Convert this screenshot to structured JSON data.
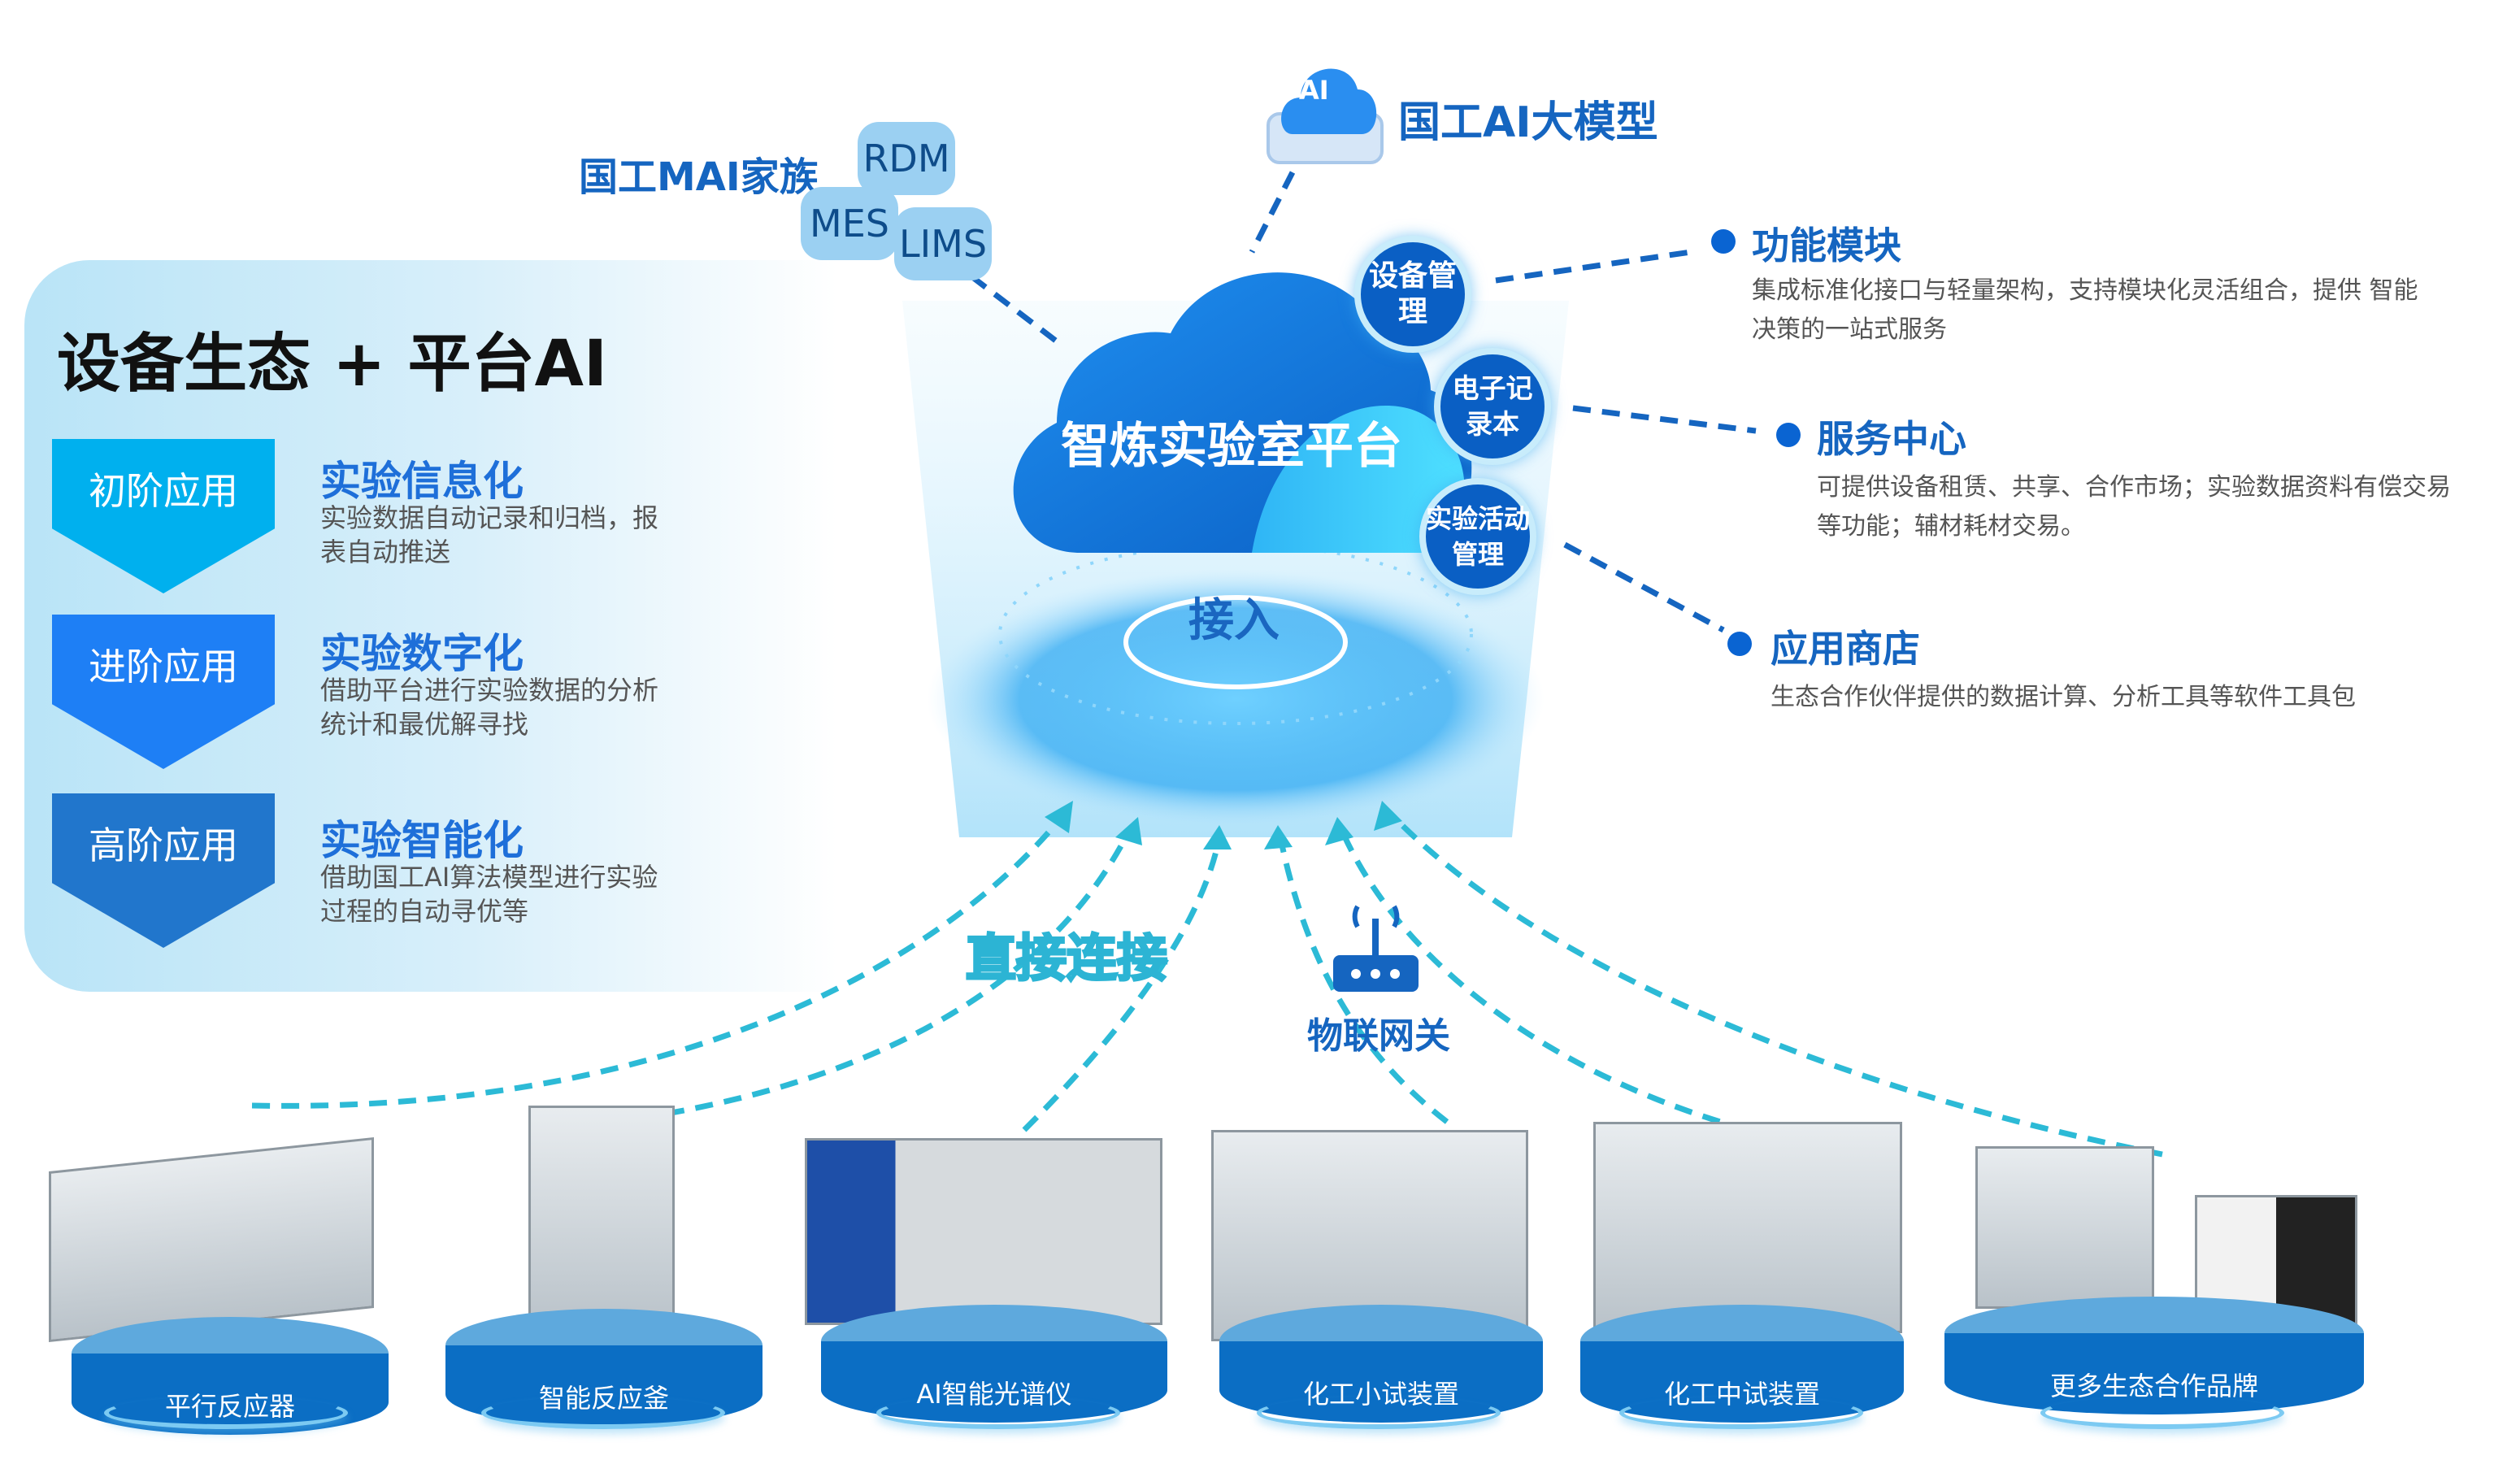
{
  "panel": {
    "title": "设备生态 + 平台AI",
    "levels": [
      {
        "badge": "初阶应用",
        "heading": "实验信息化",
        "desc": "实验数据自动记录和归档，报表自动推送",
        "color": "#00b0ee"
      },
      {
        "badge": "进阶应用",
        "heading": "实验数字化",
        "desc": "借助平台进行实验数据的分析统计和最优解寻找",
        "color": "#1e7ff5"
      },
      {
        "badge": "高阶应用",
        "heading": "实验智能化",
        "desc": "借助国工AI算法模型进行实验过程的自动寻优等",
        "color": "#2176cc"
      }
    ]
  },
  "top": {
    "family_label": "国工MAI家族",
    "gears": [
      "RDM",
      "MES",
      "LIMS"
    ],
    "ai_model": "国工AI大模型",
    "ai_icon": "AI"
  },
  "center": {
    "platform": "智炼实验室平台",
    "access": "接入",
    "modules": [
      "设备管理",
      "电子记录本",
      "实验活动管理"
    ]
  },
  "right": [
    {
      "title": "功能模块",
      "desc": "集成标准化接口与轻量架构，支持模块化灵活组合，提供 智能决策的一站式服务"
    },
    {
      "title": "服务中心",
      "desc": "可提供设备租赁、共享、合作市场；实验数据资料有偿交易等功能；辅材耗材交易。"
    },
    {
      "title": "应用商店",
      "desc": "生态合作伙伴提供的数据计算、分析工具等软件工具包"
    }
  ],
  "connections": {
    "direct": "直接连接",
    "gateway": "物联网关"
  },
  "devices": [
    "平行反应器",
    "智能反应釜",
    "AI智能光谱仪",
    "化工小试装置",
    "化工中试装置",
    "更多生态合作品牌"
  ]
}
